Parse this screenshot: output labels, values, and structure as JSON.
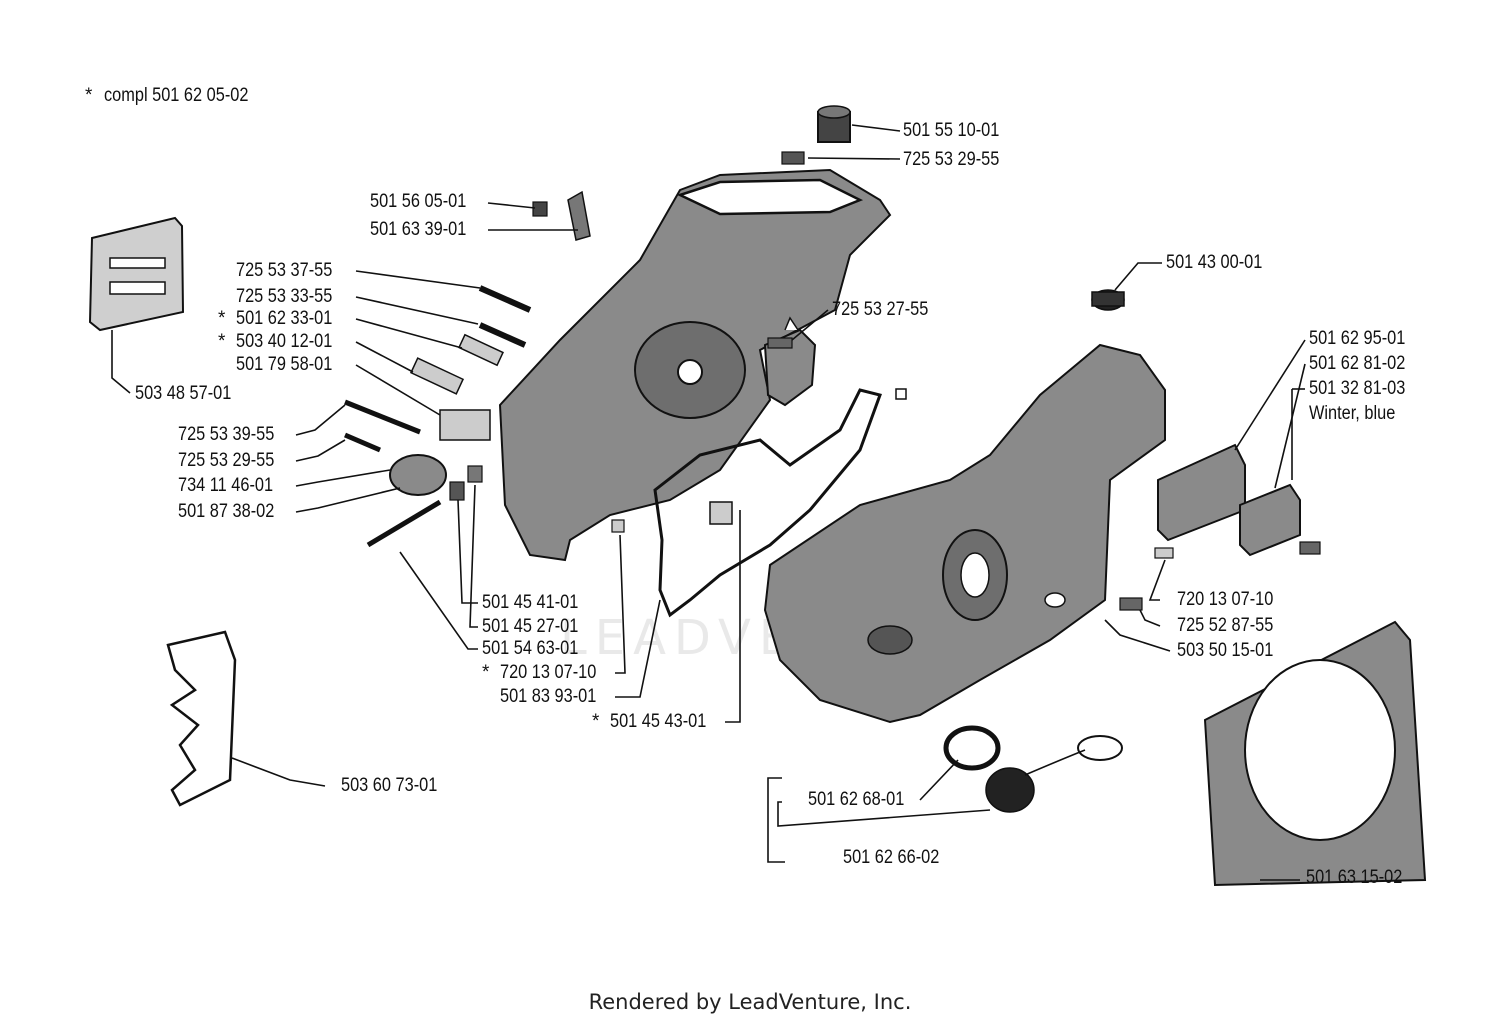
{
  "note": {
    "asterisk": "*",
    "text": "compl 501 62 05-02"
  },
  "labels": [
    {
      "id": "l1",
      "text": "501 55 10-01"
    },
    {
      "id": "l2",
      "text": "725 53 29-55"
    },
    {
      "id": "l3",
      "text": "501 56 05-01"
    },
    {
      "id": "l4",
      "text": "501 63 39-01"
    },
    {
      "id": "l5",
      "text": "725 53 37-55"
    },
    {
      "id": "l6",
      "text": "725 53 33-55"
    },
    {
      "id": "l7",
      "text": "501 62 33-01",
      "asterisk": "*"
    },
    {
      "id": "l8",
      "text": "503 40 12-01",
      "asterisk": "*"
    },
    {
      "id": "l9",
      "text": "501 79 58-01"
    },
    {
      "id": "l10",
      "text": "503 48 57-01"
    },
    {
      "id": "l11",
      "text": "725 53 39-55"
    },
    {
      "id": "l12",
      "text": "725 53 29-55"
    },
    {
      "id": "l13",
      "text": "734 11 46-01"
    },
    {
      "id": "l14",
      "text": "501 87 38-02"
    },
    {
      "id": "l15",
      "text": "725 53 27-55"
    },
    {
      "id": "l16",
      "text": "501 43 00-01"
    },
    {
      "id": "l17",
      "text": "501 62 95-01"
    },
    {
      "id": "l18",
      "text": "501 62 81-02"
    },
    {
      "id": "l19",
      "text": "501 32 81-03"
    },
    {
      "id": "l20",
      "text": "Winter, blue"
    },
    {
      "id": "l21",
      "text": "501 45 41-01"
    },
    {
      "id": "l22",
      "text": "501 45 27-01"
    },
    {
      "id": "l23",
      "text": "501 54 63-01"
    },
    {
      "id": "l24",
      "text": "720 13 07-10",
      "asterisk": "*"
    },
    {
      "id": "l25",
      "text": "501 83 93-01"
    },
    {
      "id": "l26",
      "text": "501 45 43-01",
      "asterisk": "*"
    },
    {
      "id": "l27",
      "text": "720 13 07-10"
    },
    {
      "id": "l28",
      "text": "725 52 87-55"
    },
    {
      "id": "l29",
      "text": "503 50 15-01"
    },
    {
      "id": "l30",
      "text": "503 60 73-01"
    },
    {
      "id": "l31",
      "text": "501 62 68-01"
    },
    {
      "id": "l32",
      "text": "501 62 66-02"
    },
    {
      "id": "l33",
      "text": "501 63 15-02"
    }
  ],
  "footer": "Rendered by LeadVenture, Inc.",
  "watermark": "LEADVENTURE",
  "colors": {
    "ink": "#111111",
    "shade": "#8a8a8a",
    "background": "#ffffff"
  }
}
